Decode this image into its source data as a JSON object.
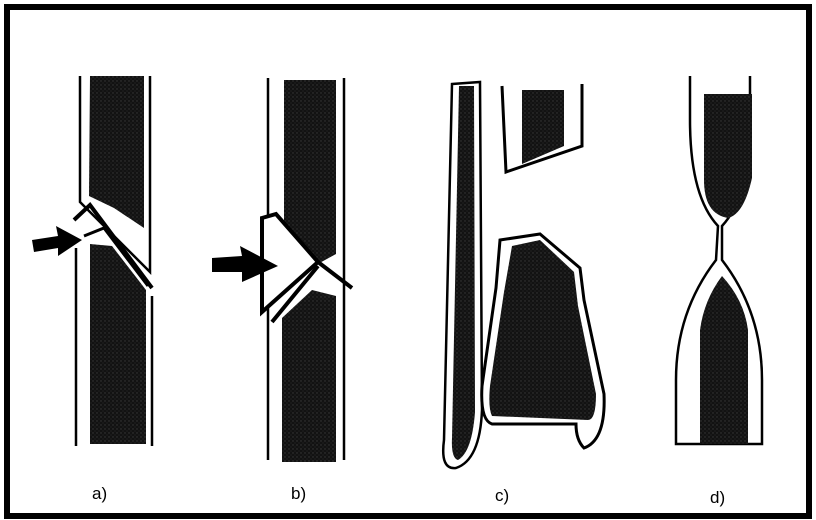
{
  "figure": {
    "panels": [
      {
        "id": "a",
        "label": "a)"
      },
      {
        "id": "b",
        "label": "b)"
      },
      {
        "id": "c",
        "label": "c)"
      },
      {
        "id": "d",
        "label": "d)"
      }
    ],
    "colors": {
      "ink": "#000000",
      "paper": "#ffffff",
      "fill": "#141414",
      "fiber": "#5a5a5a"
    }
  }
}
